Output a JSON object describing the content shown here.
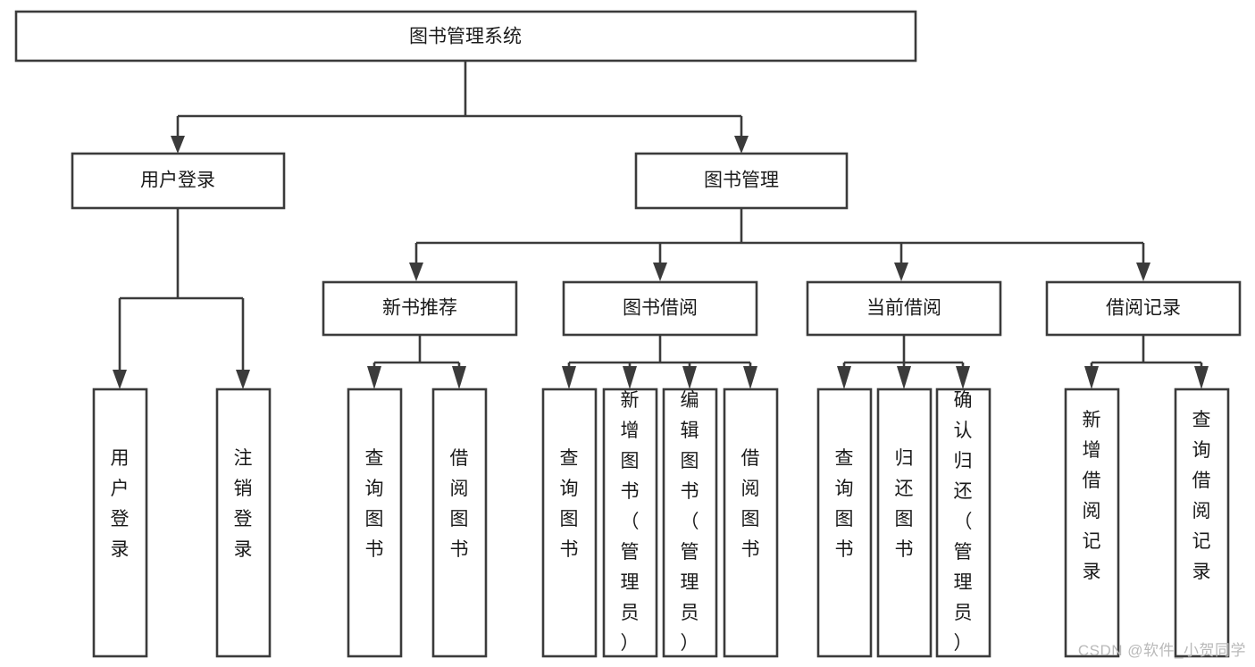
{
  "diagram": {
    "type": "tree-hierarchy",
    "title": "图书管理系统",
    "watermark": "CSDN @软件_小贺同学",
    "colors": {
      "stroke": "#3b3b3b",
      "box_fill": "#ffffff",
      "text": "#1a1a1a",
      "background": "#ffffff",
      "watermark": "#b9b9b9"
    },
    "root": {
      "label": "图书管理系统"
    },
    "level2": [
      {
        "label": "用户登录"
      },
      {
        "label": "图书管理"
      }
    ],
    "level3": [
      {
        "label": "新书推荐"
      },
      {
        "label": "图书借阅"
      },
      {
        "label": "当前借阅"
      },
      {
        "label": "借阅记录"
      }
    ],
    "leaves_user_login": [
      {
        "label": "用户登录"
      },
      {
        "label": "注销登录"
      }
    ],
    "leaves_new_book": [
      {
        "label": "查询图书"
      },
      {
        "label": "借阅图书"
      }
    ],
    "leaves_borrow": [
      {
        "label": "查询图书"
      },
      {
        "label": "新增图书（管理员）"
      },
      {
        "label": "编辑图书（管理员）"
      },
      {
        "label": "借阅图书"
      }
    ],
    "leaves_current": [
      {
        "label": "查询图书"
      },
      {
        "label": "归还图书"
      },
      {
        "label": "确认归还（管理员）"
      }
    ],
    "leaves_record": [
      {
        "label": "新增借阅记录"
      },
      {
        "label": "查询借阅记录"
      }
    ]
  }
}
